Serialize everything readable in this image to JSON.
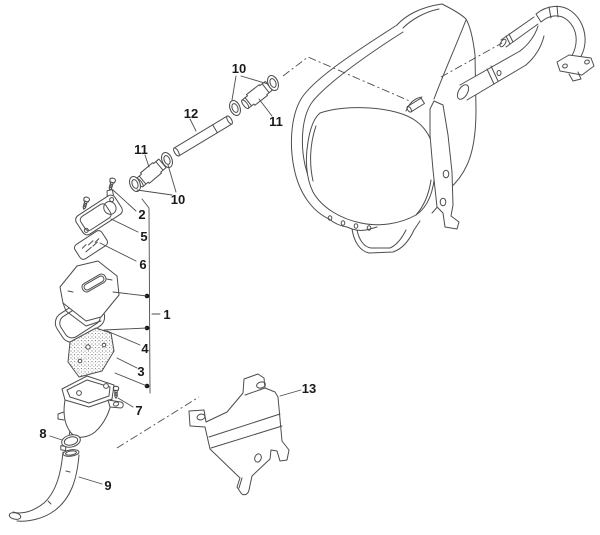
{
  "colors": {
    "bg": "#ffffff",
    "line": "#4d4d4d",
    "label": "#1a1a1a"
  },
  "labels": {
    "n1": "1",
    "n2": "2",
    "n3": "3",
    "n4": "4",
    "n5": "5",
    "n6": "6",
    "n7": "7",
    "n8": "8",
    "n9": "9",
    "n10_top": "10",
    "n10_lower": "10",
    "n11_upper": "11",
    "n11_lower": "11",
    "n12": "12",
    "n13": "13"
  }
}
